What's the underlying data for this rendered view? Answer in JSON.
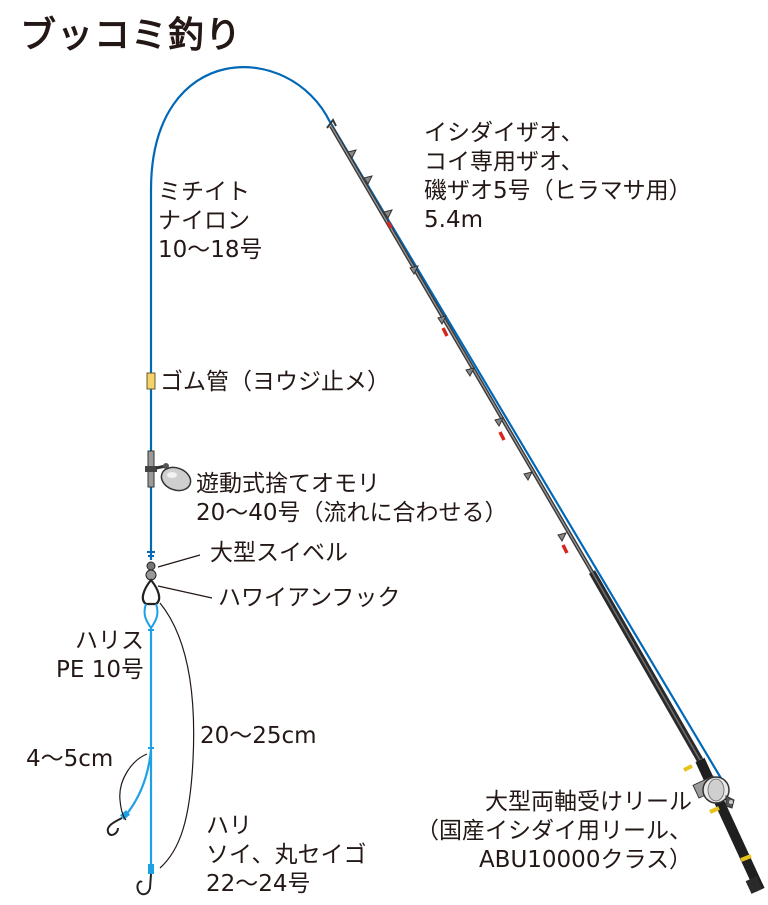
{
  "title": "ブッコミ釣り",
  "colors": {
    "line_main": "#0068b7",
    "line_harisu": "#1ea0e6",
    "rod_dark": "#3a3a3a",
    "rod_red": "#d7261e",
    "gold_band": "#e6c21a",
    "rubber_tube": "#f3d36a",
    "text": "#231815"
  },
  "labels": {
    "rod": {
      "lines": [
        "イシダイザオ、",
        "コイ専用ザオ、",
        "磯ザオ5号（ヒラマサ用）",
        "5.4m"
      ]
    },
    "michiito": {
      "lines": [
        "ミチイト",
        "ナイロン",
        "10〜18号"
      ]
    },
    "rubber_tube": {
      "text": "ゴム管（ヨウジ止メ）"
    },
    "sinker": {
      "lines": [
        "遊動式捨てオモリ",
        "20〜40号（流れに合わせる）"
      ]
    },
    "swivel": {
      "text": "大型スイベル"
    },
    "hawaiian_hook": {
      "text": "ハワイアンフック"
    },
    "harisu": {
      "lines": [
        "ハリス",
        "PE 10号"
      ]
    },
    "branch_length": {
      "text": "4〜5cm"
    },
    "leader_length": {
      "text": "20〜25cm"
    },
    "hook": {
      "lines": [
        "ハリ",
        "ソイ、丸セイゴ",
        "22〜24号"
      ]
    },
    "reel": {
      "lines": [
        "大型両軸受けリール",
        "（国産イシダイ用リール、",
        "ABU10000クラス）"
      ]
    }
  }
}
